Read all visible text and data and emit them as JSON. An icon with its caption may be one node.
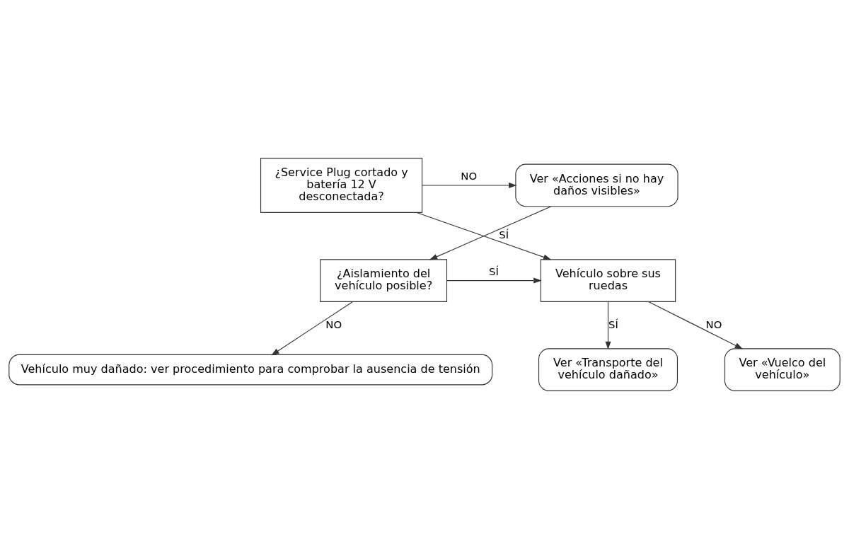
{
  "diagram": {
    "nodes": [
      {
        "text": [
          "¿Service Plug cortado y batería 12 V desconectada?"
        ]
      },
      {
        "text": [
          "Ver «Acciones si no hay daños visibles»"
        ]
      },
      {
        "text": [
          "¿Aislamiento del vehículo posible?"
        ]
      },
      {
        "text": [
          "Vehículo sobre sus ruedas"
        ]
      },
      {
        "text": [
          "Ver «Vuelco del vehículo»"
        ]
      },
      {
        "text": [
          "Ver «Transporte del vehículo dañado»"
        ]
      },
      {
        "text": [
          "Vehículo muy dañado: ver procedimiento para comprobar la ausencia de tensión"
        ]
      }
    ],
    "edges": [
      {
        "from": 0,
        "to": 1,
        "arrow": "to",
        "label": "NO"
      },
      {
        "from": 1,
        "to": 2,
        "arrow": "to"
      },
      {
        "from": 2,
        "to": 3,
        "arrow": "to",
        "label": "SÍ"
      },
      {
        "from": 0,
        "to": 3,
        "arrow": "to",
        "label": "SÍ"
      },
      {
        "from": 2,
        "to": 6,
        "arrow": "to",
        "label": "NO"
      },
      {
        "from": 3,
        "to": 5,
        "arrow": "to",
        "label": "SÍ"
      },
      {
        "from": 3,
        "to": 4,
        "arrow": "to",
        "label": "NO"
      }
    ]
  }
}
